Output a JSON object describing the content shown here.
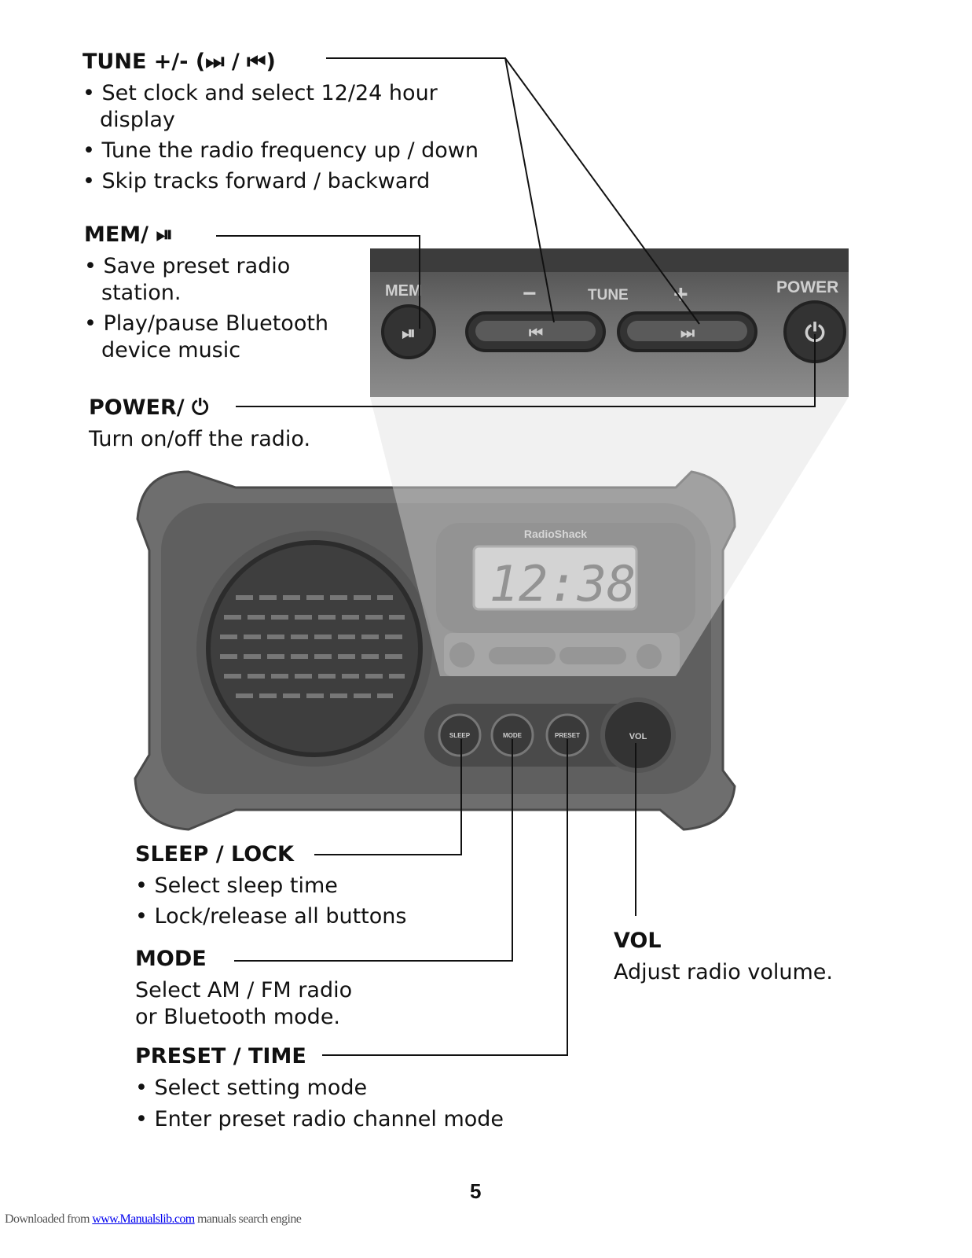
{
  "tune": {
    "heading": "TUNE +/- (⏭ / ⏮)",
    "bullets": [
      "• Set clock and select 12/24 hour",
      "display",
      "• Tune the radio frequency up / down",
      "• Skip tracks forward / backward"
    ]
  },
  "mem": {
    "heading": "MEM/ ⏯",
    "bullets": [
      "• Save preset radio",
      "station.",
      "• Play/pause Bluetooth",
      "device music"
    ]
  },
  "power": {
    "heading": "POWER/ ⏻",
    "text": "Turn on/off the radio."
  },
  "sleep": {
    "heading": "SLEEP / LOCK",
    "bullets": [
      "• Select sleep time",
      "• Lock/release all buttons"
    ]
  },
  "mode": {
    "heading": "MODE",
    "text": [
      "Select AM / FM radio",
      "or Bluetooth mode."
    ]
  },
  "preset": {
    "heading": "PRESET / TIME",
    "bullets": [
      "• Select setting mode",
      "• Enter preset radio channel mode"
    ]
  },
  "vol": {
    "heading": "VOL",
    "text": "Adjust radio volume."
  },
  "panel": {
    "mem": "MEM",
    "tune": "TUNE",
    "minus": "−",
    "plus": "+",
    "power": "POWER"
  },
  "radio": {
    "brand": "RadioShack",
    "clock": "12:38",
    "vol": "VOL",
    "sleep": "SLEEP",
    "mode": "MODE",
    "preset": "PRESET"
  },
  "page_number": "5",
  "footer": {
    "prefix": "Downloaded from ",
    "link": "www.Manualslib.com",
    "suffix": " manuals search engine"
  }
}
